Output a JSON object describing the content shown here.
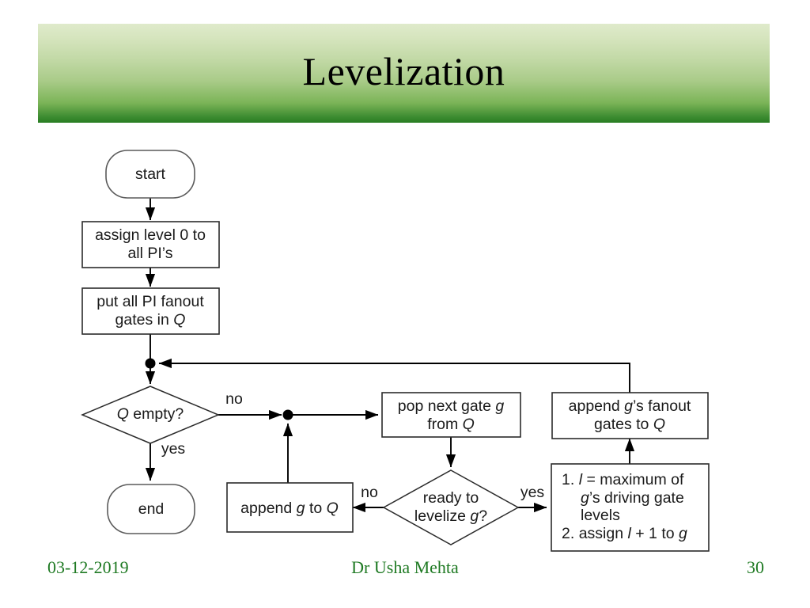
{
  "slide": {
    "title": "Levelization",
    "background_color": "#ffffff",
    "banner_gradient_top": "#dfeacb",
    "banner_gradient_bottom": "#287d22"
  },
  "footer": {
    "date": "03-12-2019",
    "author": "Dr Usha Mehta",
    "page_number": "30",
    "text_color": "#1f7a23"
  },
  "flowchart": {
    "nodes": {
      "start": {
        "label": "start",
        "shape": "terminator"
      },
      "assign_level": {
        "line1": "assign level 0 to",
        "line2": "all PI’s",
        "shape": "process"
      },
      "put_fanout": {
        "line1": "put all PI fanout",
        "line2_a": "gates in ",
        "line2_var": "Q",
        "shape": "process"
      },
      "q_empty": {
        "label_var": "Q",
        "label_rest": " empty?",
        "shape": "decision"
      },
      "end": {
        "label": "end",
        "shape": "terminator"
      },
      "pop_gate": {
        "line1_a": "pop next gate ",
        "line1_var": "g",
        "line2_a": "from ",
        "line2_var": "Q",
        "shape": "process"
      },
      "append_g_to_q": {
        "text_a": "append ",
        "text_var1": "g",
        "text_b": " to ",
        "text_var2": "Q",
        "shape": "process"
      },
      "ready_levelize": {
        "line1": "ready to",
        "line2_a": "levelize ",
        "line2_var": "g",
        "line2_b": "?",
        "shape": "decision"
      },
      "compute_level": {
        "item1_num": "1.",
        "item1_l": "l",
        "item1_a": "= maximum of",
        "item1_line2_var": "g",
        "item1_line2_a": "’s driving gate",
        "item1_line3": "levels",
        "item2_num": "2.",
        "item2_a": "assign ",
        "item2_l": "l",
        "item2_b": "+ 1 to ",
        "item2_var": "g",
        "shape": "process"
      },
      "append_fanout": {
        "line1_a": "append ",
        "line1_var": "g",
        "line1_b": "’s fanout",
        "line2_a": "gates to ",
        "line2_var": "Q",
        "shape": "process"
      }
    },
    "edge_labels": {
      "q_empty_no": "no",
      "q_empty_yes": "yes",
      "ready_no": "no",
      "ready_yes": "yes"
    }
  }
}
